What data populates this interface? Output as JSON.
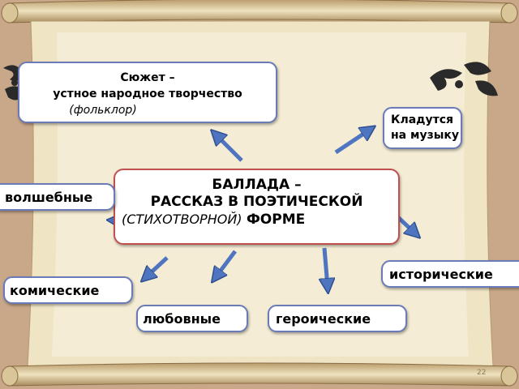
{
  "center": {
    "line1": "БАЛЛАДА –",
    "line2": "РАССКАЗ В ПОЭТИЧЕСКОЙ",
    "line3_italic": "(СТИХОТВОРНОЙ)",
    "line3_bold": "ФОРМЕ"
  },
  "plot": {
    "line1": "Сюжет –",
    "line2": "устное народное творчество",
    "line3": "(фольклор)"
  },
  "music": {
    "line1": "Кладутся",
    "line2": "на музыку"
  },
  "types": {
    "magic": "волшебные",
    "historic": "исторические",
    "comic": "комические",
    "love": "любовные",
    "heroic": "героические"
  },
  "page_number": "22",
  "colors": {
    "arrow": "#4f74c0",
    "box_border": "#6a7bb8",
    "center_border": "#c0504d",
    "scroll": "#ede0b8"
  }
}
